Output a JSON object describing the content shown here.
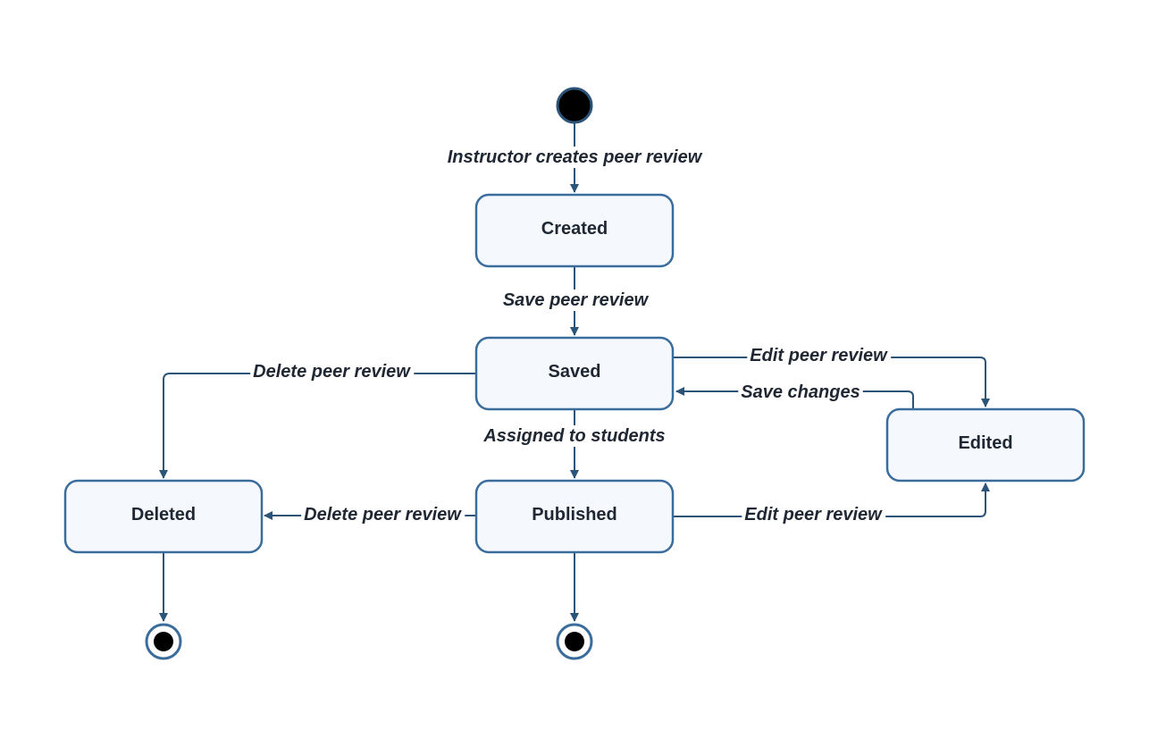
{
  "colors": {
    "node_fill": "#f5f9fe",
    "node_border": "#3a6c9c",
    "edge": "#2c5378",
    "text": "#1f2733"
  },
  "states": {
    "created": "Created",
    "saved": "Saved",
    "edited": "Edited",
    "deleted": "Deleted",
    "published": "Published"
  },
  "transitions": {
    "instructor_creates": "Instructor creates peer review",
    "save_peer_review": "Save peer review",
    "delete_from_saved": "Delete peer review",
    "edit_from_saved": "Edit peer review",
    "save_changes": "Save changes",
    "assigned_to_students": "Assigned to students",
    "delete_from_published": "Delete peer review",
    "edit_from_published": "Edit peer review"
  }
}
